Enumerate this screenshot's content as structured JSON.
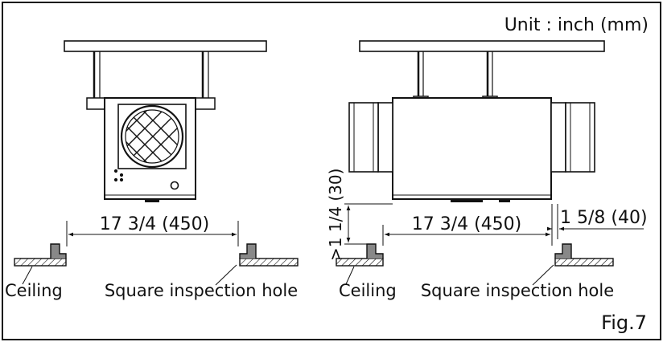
{
  "unit_label": "Unit : inch (mm)",
  "figure_label": "Fig.7",
  "front_view": {
    "dimension_width": "17 3/4 (450)",
    "ceiling_label": "Ceiling",
    "hole_label": "Square inspection hole"
  },
  "side_view": {
    "dimension_width": "17 3/4 (450)",
    "dimension_offset": "1 5/8 (40)",
    "dimension_clearance": ">1 1/4 (30)",
    "ceiling_label": "Ceiling",
    "hole_label": "Square inspection hole"
  },
  "colors": {
    "line": "#111111",
    "background": "#ffffff"
  }
}
